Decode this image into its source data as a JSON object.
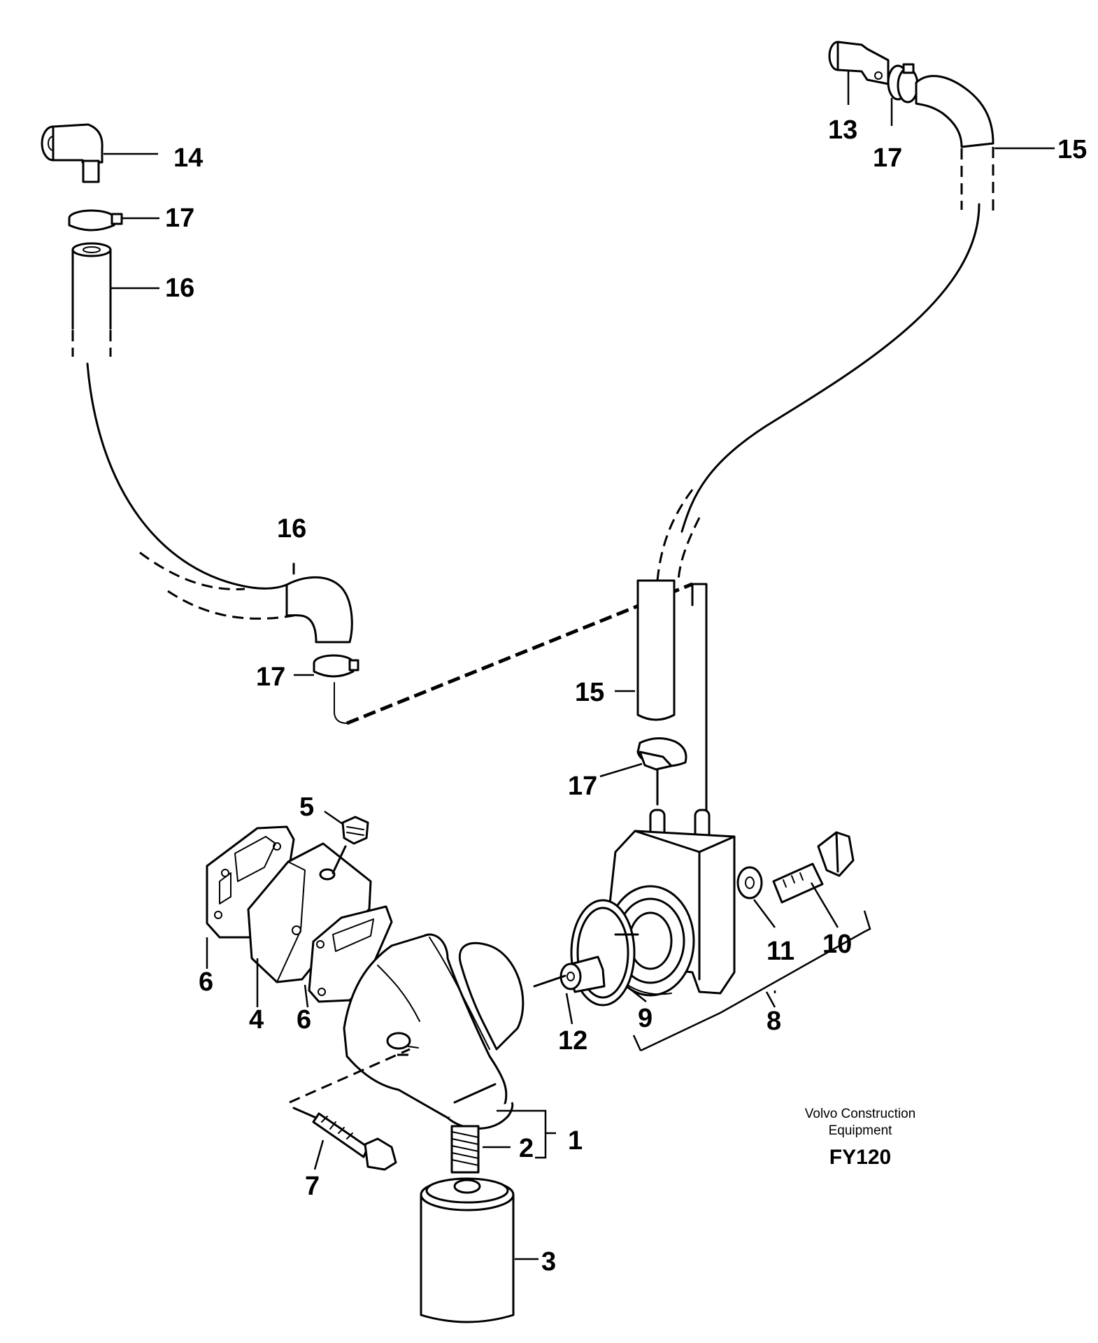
{
  "diagram": {
    "callouts": {
      "c1": "1",
      "c2": "2",
      "c3": "3",
      "c4": "4",
      "c5": "5",
      "c6a": "6",
      "c6b": "6",
      "c7": "7",
      "c8": "8",
      "c9": "9",
      "c10": "10",
      "c11": "11",
      "c12": "12",
      "c13": "13",
      "c14": "14",
      "c15a": "15",
      "c15b": "15",
      "c16a": "16",
      "c16b": "16",
      "c17a": "17",
      "c17b": "17",
      "c17c": "17",
      "c17d": "17"
    },
    "caption": {
      "line1": "Volvo Construction",
      "line2": "Equipment",
      "code": "FY120"
    }
  }
}
